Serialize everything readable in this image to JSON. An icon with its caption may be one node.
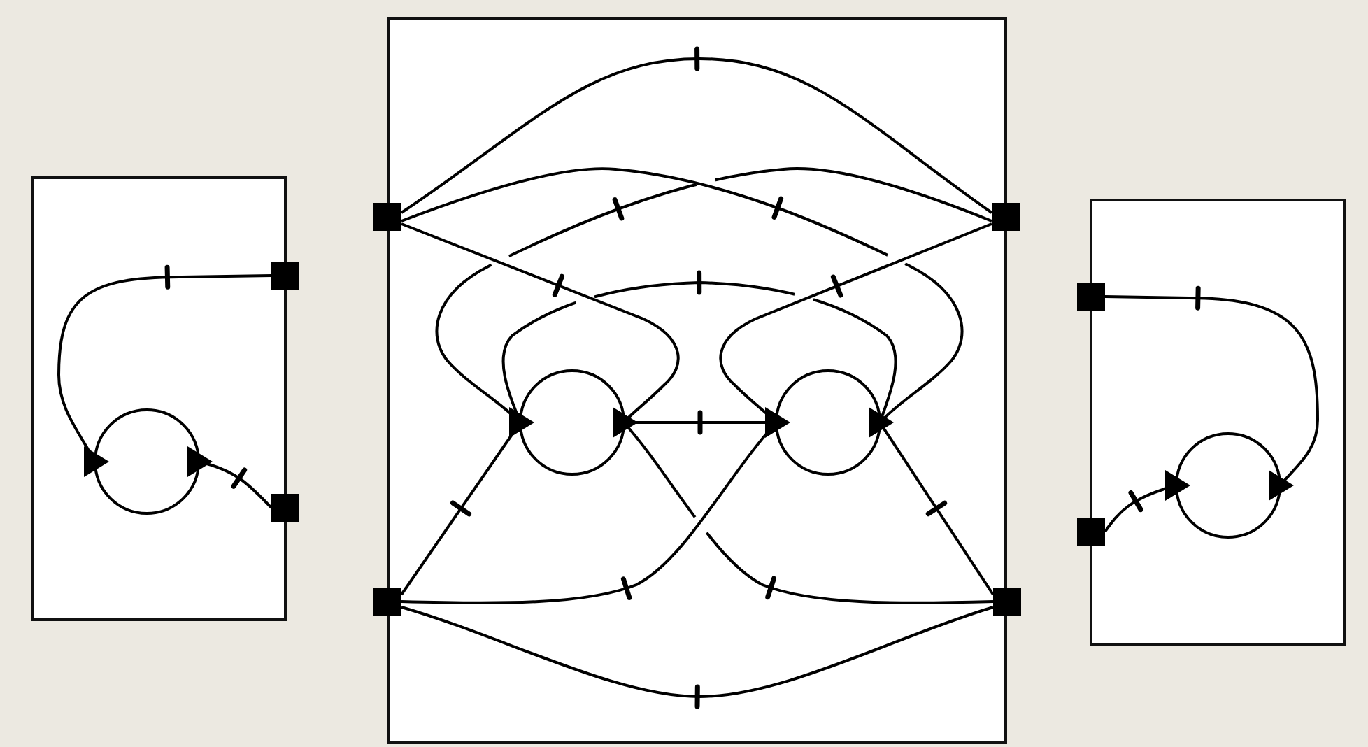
{
  "diagram": {
    "nodes": [
      {
        "text": [],
        "shape": "box"
      },
      {
        "text": [],
        "shape": "square",
        "in": 0
      },
      {
        "text": [],
        "shape": "square",
        "in": 0
      },
      {
        "text": [],
        "shape": "circle",
        "in": 0
      },
      {
        "text": [],
        "shape": "box"
      },
      {
        "text": [],
        "shape": "square",
        "in": 4
      },
      {
        "text": [],
        "shape": "square",
        "in": 4
      },
      {
        "text": [],
        "shape": "square",
        "in": 4
      },
      {
        "text": [],
        "shape": "square",
        "in": 4
      },
      {
        "text": [],
        "shape": "circle",
        "in": 4
      },
      {
        "text": [],
        "shape": "circle",
        "in": 4
      },
      {
        "text": [],
        "shape": "box"
      },
      {
        "text": [],
        "shape": "square",
        "in": 11
      },
      {
        "text": [],
        "shape": "square",
        "in": 11
      },
      {
        "text": [],
        "shape": "circle",
        "in": 11
      }
    ],
    "edges": [
      {
        "from": 1,
        "to": 3,
        "arrow": "none"
      },
      {
        "from": 2,
        "to": 3,
        "arrow": "none"
      },
      {
        "from": 5,
        "to": 6,
        "arrow": "none"
      },
      {
        "from": 5,
        "to": 10,
        "arrow": "none"
      },
      {
        "from": 5,
        "to": 9,
        "arrow": "none"
      },
      {
        "from": 6,
        "to": 9,
        "arrow": "none"
      },
      {
        "from": 6,
        "to": 10,
        "arrow": "none"
      },
      {
        "from": 9,
        "to": 10,
        "arrow": "none"
      },
      {
        "from": 9,
        "to": 10,
        "arrow": "none"
      },
      {
        "from": 7,
        "to": 9,
        "arrow": "none"
      },
      {
        "from": 7,
        "to": 10,
        "arrow": "none"
      },
      {
        "from": 8,
        "to": 9,
        "arrow": "none"
      },
      {
        "from": 8,
        "to": 10,
        "arrow": "none"
      },
      {
        "from": 7,
        "to": 8,
        "arrow": "none"
      },
      {
        "from": 12,
        "to": 14,
        "arrow": "none"
      },
      {
        "from": 13,
        "to": 14,
        "arrow": "none"
      }
    ]
  }
}
